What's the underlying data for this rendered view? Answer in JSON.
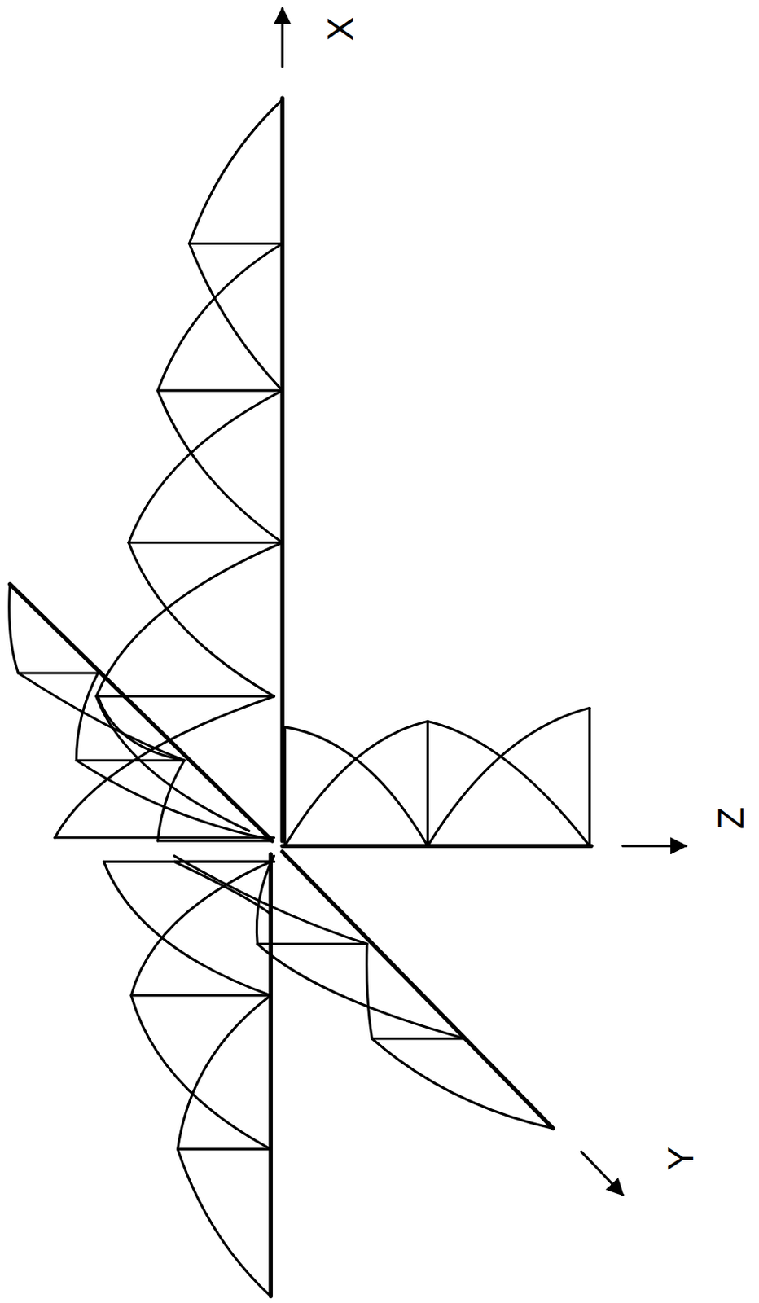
{
  "diagram": {
    "labels": [
      "X",
      "Z",
      "Y"
    ]
  }
}
